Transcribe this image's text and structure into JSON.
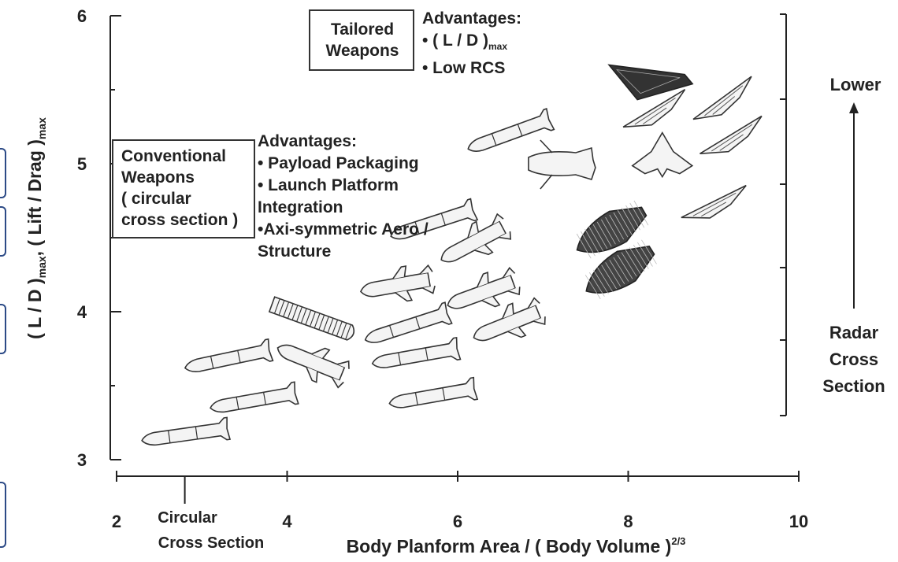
{
  "chart_data": {
    "type": "scatter",
    "xlabel": "Body Planform Area / ( Body Volume )",
    "xlabel_sup": "2/3",
    "ylabel_parts": [
      "( L / D )",
      "max",
      ", ( Lift / Drag )",
      "max"
    ],
    "xlim": [
      2,
      10
    ],
    "ylim": [
      3,
      6
    ],
    "x_ticks": [
      "2",
      "4",
      "6",
      "8",
      "10"
    ],
    "y_ticks": [
      "3",
      "4",
      "5",
      "6"
    ],
    "x_annotation": {
      "x": 2.8,
      "lines": [
        "Circular",
        "Cross Section"
      ]
    },
    "right_axis": {
      "top_label": "Lower",
      "bottom_label_lines": [
        "Radar",
        "Cross",
        "Section"
      ]
    },
    "groups": [
      {
        "name": "Conventional Weapons",
        "box_lines": [
          "Conventional",
          "Weapons",
          "( circular",
          "cross section )"
        ],
        "advantages_title": "Advantages:",
        "advantages": [
          "• Payload Packaging",
          "• Launch Platform",
          "Integration",
          "•Axi-symmetric Aero /",
          "Structure"
        ]
      },
      {
        "name": "Tailored Weapons",
        "box_lines": [
          "Tailored",
          "Weapons"
        ],
        "advantages_title": "Advantages:",
        "advantages_ld": "• ( L / D )",
        "advantages_ld_sub": "max",
        "advantages": [
          "• Low RCS"
        ]
      }
    ],
    "points": [
      {
        "x": 2.8,
        "y": 3.17,
        "shape": "missile",
        "angle": -8
      },
      {
        "x": 3.3,
        "y": 3.68,
        "shape": "missile",
        "angle": -12
      },
      {
        "x": 3.6,
        "y": 3.4,
        "shape": "missile",
        "angle": -10
      },
      {
        "x": 4.3,
        "y": 3.95,
        "shape": "ribbed",
        "angle": 20
      },
      {
        "x": 4.3,
        "y": 3.66,
        "shape": "finned",
        "angle": 22
      },
      {
        "x": 5.3,
        "y": 4.18,
        "shape": "finned",
        "angle": -10
      },
      {
        "x": 5.4,
        "y": 3.9,
        "shape": "missile",
        "angle": -18
      },
      {
        "x": 5.5,
        "y": 3.7,
        "shape": "missile",
        "angle": -10
      },
      {
        "x": 5.7,
        "y": 3.43,
        "shape": "missile",
        "angle": -10
      },
      {
        "x": 5.7,
        "y": 4.6,
        "shape": "missile",
        "angle": -18
      },
      {
        "x": 6.2,
        "y": 4.47,
        "shape": "finned",
        "angle": -28
      },
      {
        "x": 6.3,
        "y": 4.13,
        "shape": "finned",
        "angle": -20
      },
      {
        "x": 6.6,
        "y": 3.92,
        "shape": "finned",
        "angle": -22
      },
      {
        "x": 6.6,
        "y": 5.2,
        "shape": "missile",
        "angle": -20
      },
      {
        "x": 7.2,
        "y": 5.0,
        "shape": "shuttle",
        "angle": 0
      },
      {
        "x": 7.8,
        "y": 4.55,
        "shape": "cone",
        "angle": -30
      },
      {
        "x": 7.9,
        "y": 4.28,
        "shape": "cone",
        "angle": -32
      },
      {
        "x": 8.2,
        "y": 5.55,
        "shape": "wedge",
        "angle": 0
      },
      {
        "x": 8.3,
        "y": 5.38,
        "shape": "delta",
        "angle": -20
      },
      {
        "x": 8.4,
        "y": 5.05,
        "shape": "flyingwing",
        "angle": 0
      },
      {
        "x": 9.0,
        "y": 4.75,
        "shape": "delta",
        "angle": -15
      },
      {
        "x": 9.1,
        "y": 5.45,
        "shape": "delta",
        "angle": -25
      },
      {
        "x": 9.2,
        "y": 5.2,
        "shape": "delta",
        "angle": -20
      }
    ]
  }
}
